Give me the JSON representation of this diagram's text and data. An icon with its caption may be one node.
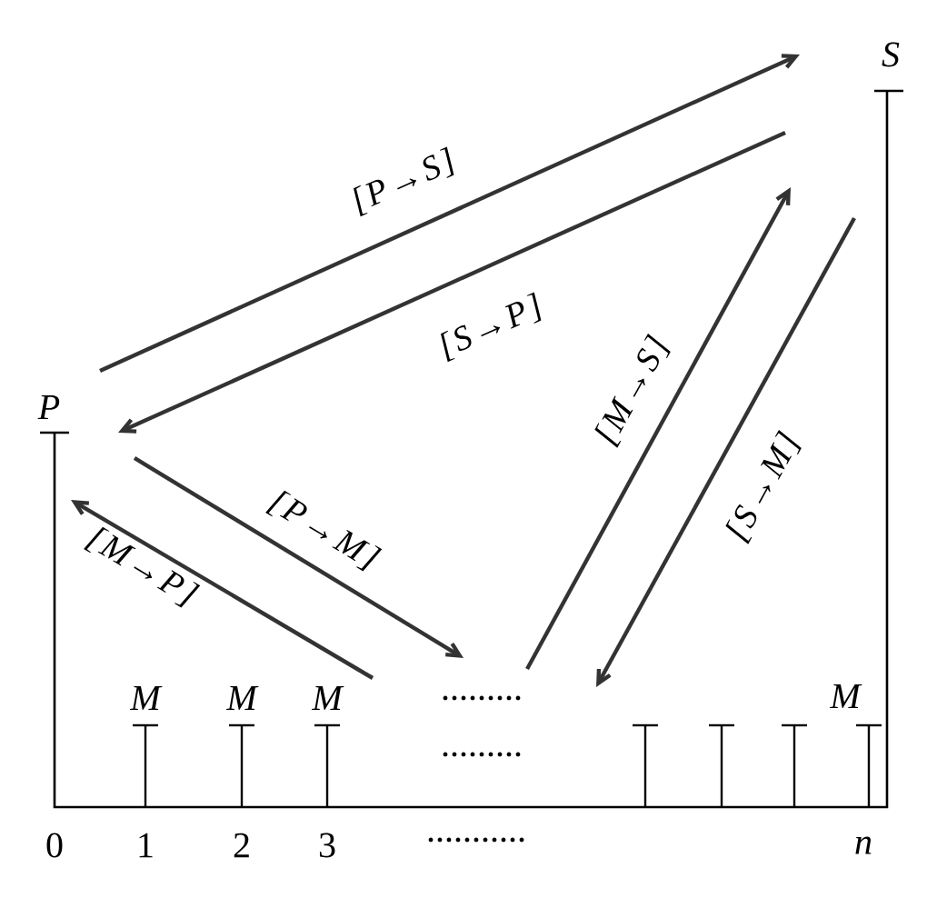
{
  "diagram": {
    "nodes": [
      {
        "text": [
          "P"
        ]
      },
      {
        "text": [
          "S"
        ]
      },
      {
        "text": [
          "........."
        ]
      }
    ],
    "edges": [
      {
        "from": 0,
        "to": 1,
        "arrow": "to",
        "label": "[P→S]"
      },
      {
        "from": 1,
        "to": 0,
        "arrow": "to",
        "label": "[S→P]"
      },
      {
        "from": 0,
        "to": 2,
        "arrow": "to",
        "label": "[P→M]"
      },
      {
        "from": 2,
        "to": 0,
        "arrow": "to",
        "label": "[M→P]"
      },
      {
        "from": 2,
        "to": null,
        "arrow": "to",
        "label": "[M→S]"
      },
      {
        "from": null,
        "to": 2,
        "arrow": "to",
        "label": "[S→M]"
      }
    ],
    "labels": [
      "M",
      "M",
      "M",
      "M",
      ".........",
      "0",
      "1",
      "2",
      "3",
      "...........",
      "n"
    ]
  }
}
